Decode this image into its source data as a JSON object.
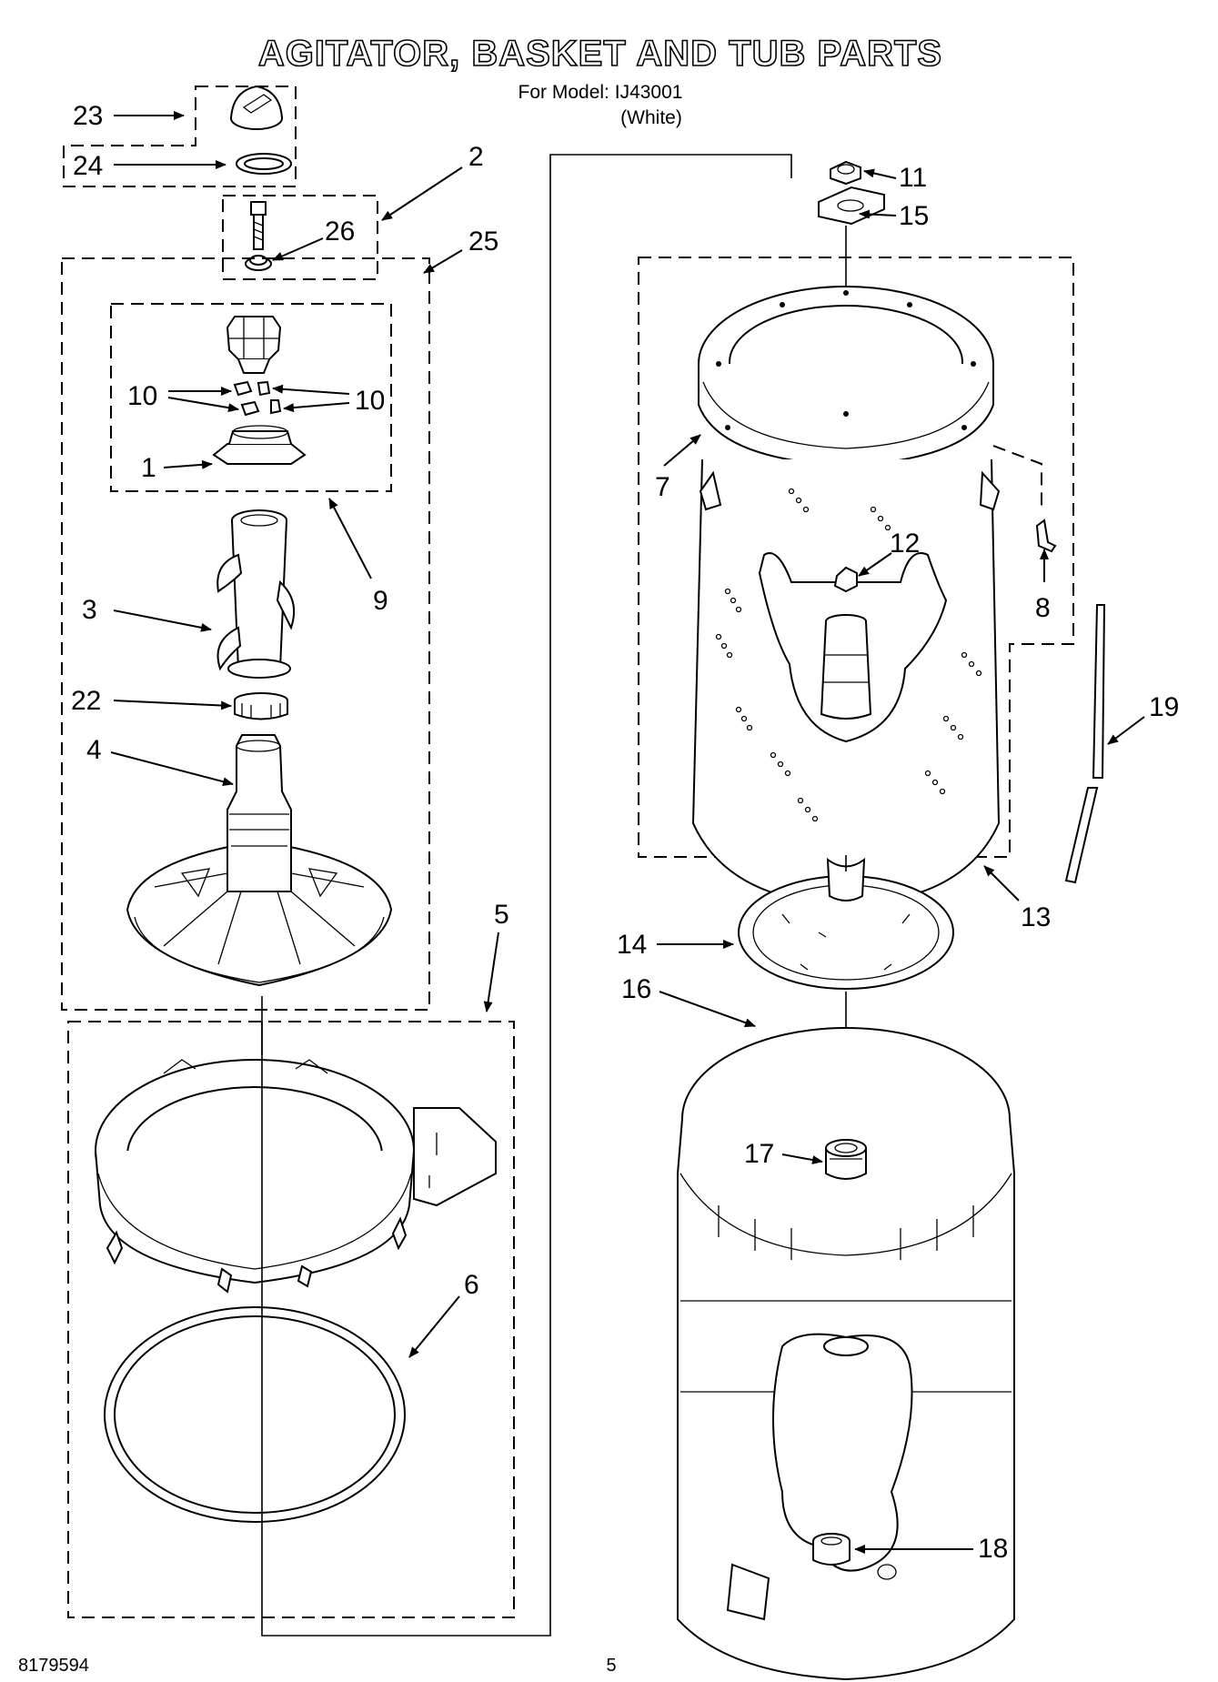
{
  "header": {
    "title": "AGITATOR, BASKET AND TUB PARTS",
    "model_line": "For Model: IJ43001",
    "color_line": "(White)"
  },
  "footer": {
    "doc_number": "8179594",
    "page_number": "5"
  },
  "callouts": {
    "c1": "1",
    "c2": "2",
    "c3": "3",
    "c4": "4",
    "c5": "5",
    "c6": "6",
    "c7": "7",
    "c8": "8",
    "c9": "9",
    "c10a": "10",
    "c10b": "10",
    "c11": "11",
    "c12": "12",
    "c13": "13",
    "c14": "14",
    "c15": "15",
    "c16": "16",
    "c17": "17",
    "c18": "18",
    "c19": "19",
    "c22": "22",
    "c23": "23",
    "c24": "24",
    "c25": "25",
    "c26": "26"
  }
}
